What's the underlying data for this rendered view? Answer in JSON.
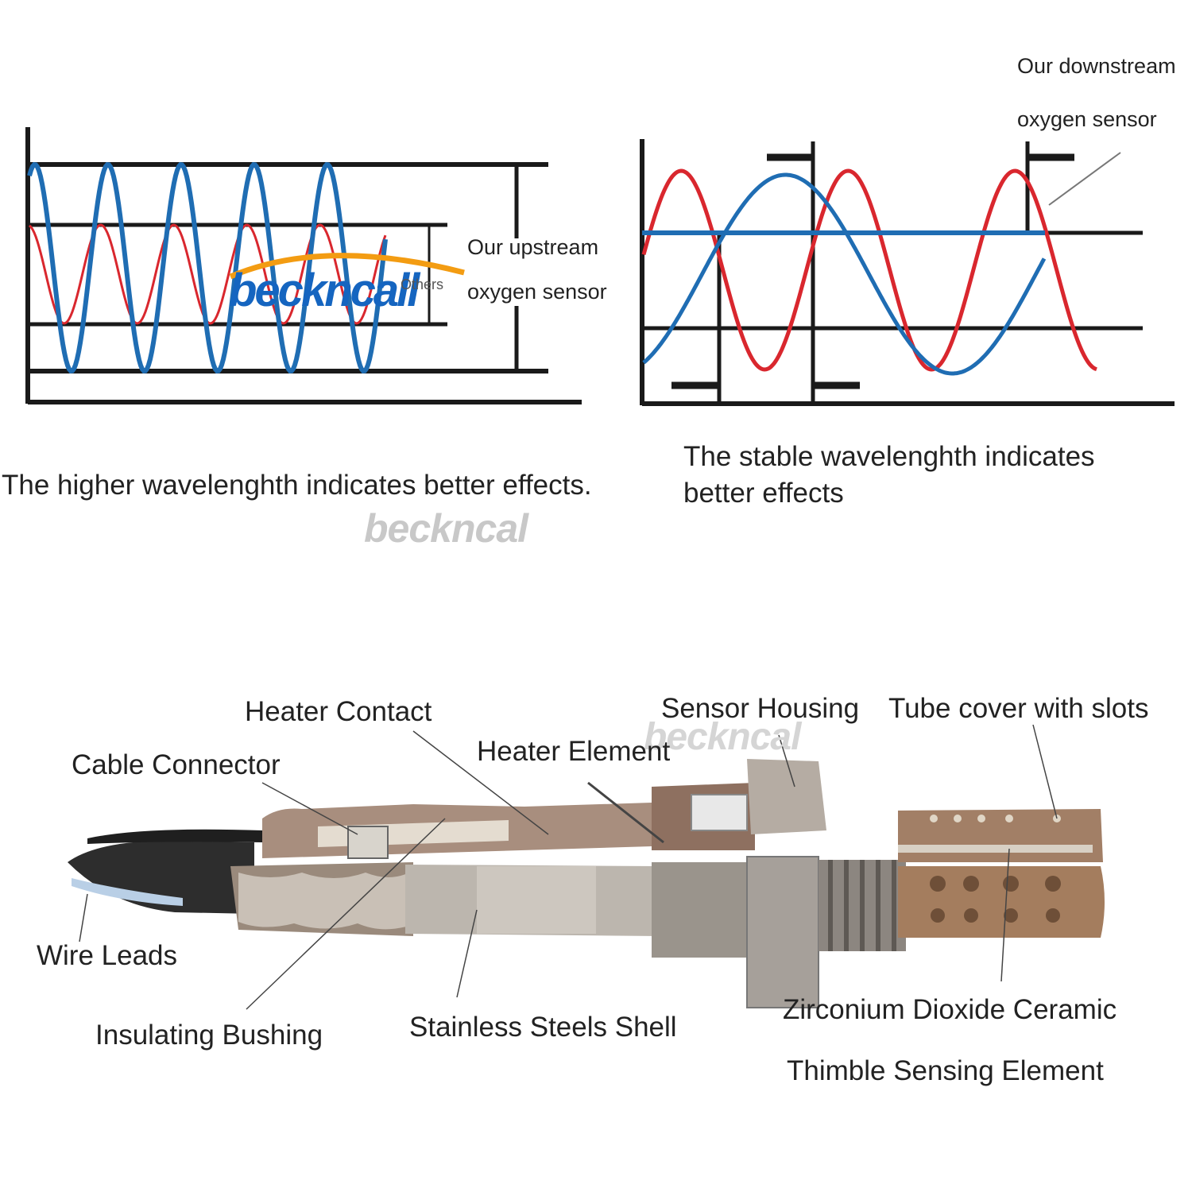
{
  "chart_left": {
    "label_upstream_1": "Our upstream",
    "label_upstream_2": "oxygen sensor",
    "label_others": "Others",
    "caption": "The higher wavelenghth indicates better effects."
  },
  "chart_right": {
    "label_downstream_1": "Our downstream",
    "label_downstream_2": "oxygen sensor",
    "caption_1": "The stable wavelenghth indicates",
    "caption_2": "better effects"
  },
  "watermarks": {
    "brand_logo": "beckncall",
    "grey_1": "beckncal",
    "grey_2": "beckncal"
  },
  "sensor_parts": {
    "heater_contact": "Heater Contact",
    "cable_connector": "Cable Connector",
    "heater_element": "Heater Element",
    "sensor_housing": "Sensor Housing",
    "tube_cover": "Tube cover with slots",
    "wire_leads": "Wire Leads",
    "insulating_bushing": "Insulating Bushing",
    "stainless_shell": "Stainless Steels Shell",
    "zirconium_1": "Zirconium Dioxide Ceramic",
    "zirconium_2": "Thimble Sensing Element"
  },
  "colors": {
    "blue_wave": "#1f6db3",
    "red_wave": "#d9272e",
    "axis": "#1a1a1a",
    "brand_blue": "#1565c0",
    "brand_orange": "#f39c12"
  }
}
